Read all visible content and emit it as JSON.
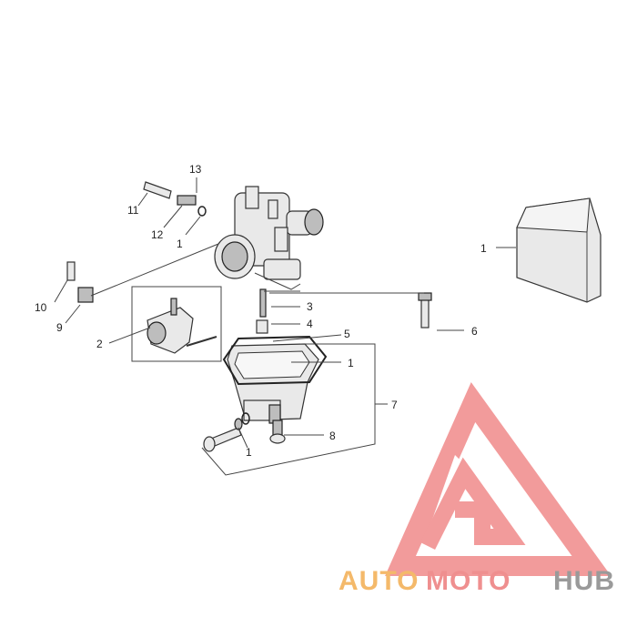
{
  "callouts": {
    "c1_box": "1",
    "c1_body": "1",
    "c1_bowl": "1",
    "c1_drain": "1",
    "c2": "2",
    "c3": "3",
    "c4": "4",
    "c5": "5",
    "c6": "6",
    "c7": "7",
    "c8": "8",
    "c9": "9",
    "c10": "10",
    "c11": "11",
    "c12": "12",
    "c13": "13"
  },
  "watermark": {
    "part1": "AUTO",
    "part2": "MOTO",
    "part3": "HUB",
    "color_auto": "#f4b96a",
    "color_moto": "#ef8f8f",
    "color_hub": "#9a9a9a",
    "logo_color": "#f08a8a"
  }
}
